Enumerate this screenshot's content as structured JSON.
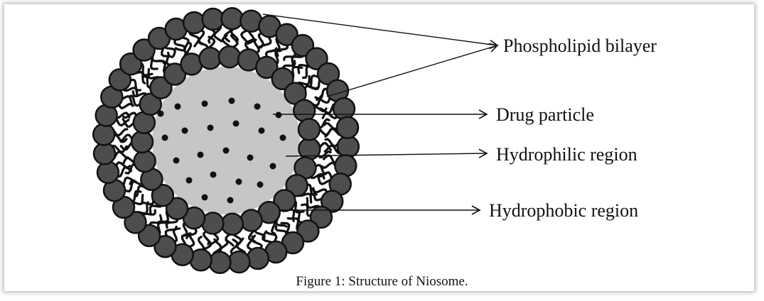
{
  "figure": {
    "labels": {
      "phospholipid_bilayer": "Phospholipid bilayer",
      "drug_particle": "Drug particle",
      "hydrophilic_region": "Hydrophilic region",
      "hydrophobic_region": "Hydrophobic region"
    },
    "caption": "Figure 1: Structure of Niosome."
  },
  "colors": {
    "head_fill": "#4d4d4d",
    "head_stroke": "#111111",
    "core_fill": "#c6c6c6",
    "drug_dot": "#111111",
    "tail": "#111111"
  }
}
